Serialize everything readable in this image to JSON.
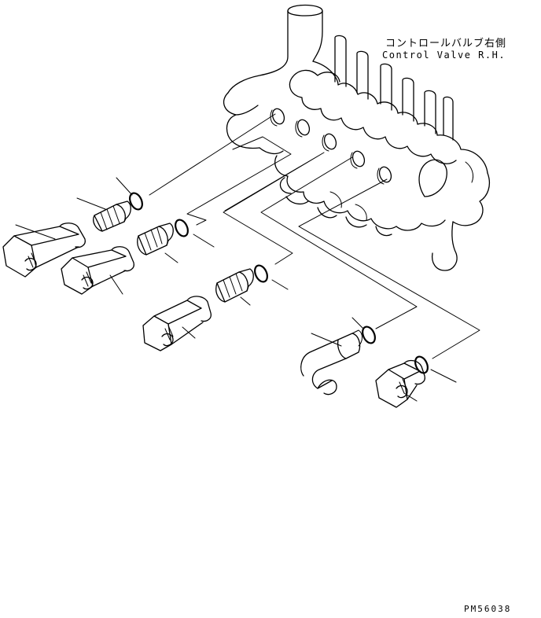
{
  "labels": {
    "part_jp": "コントロールバルブ右側",
    "part_en": "Control Valve R.H.",
    "drawing_code": "PM56038"
  },
  "colors": {
    "ink": "#000000",
    "paper": "#ffffff"
  }
}
